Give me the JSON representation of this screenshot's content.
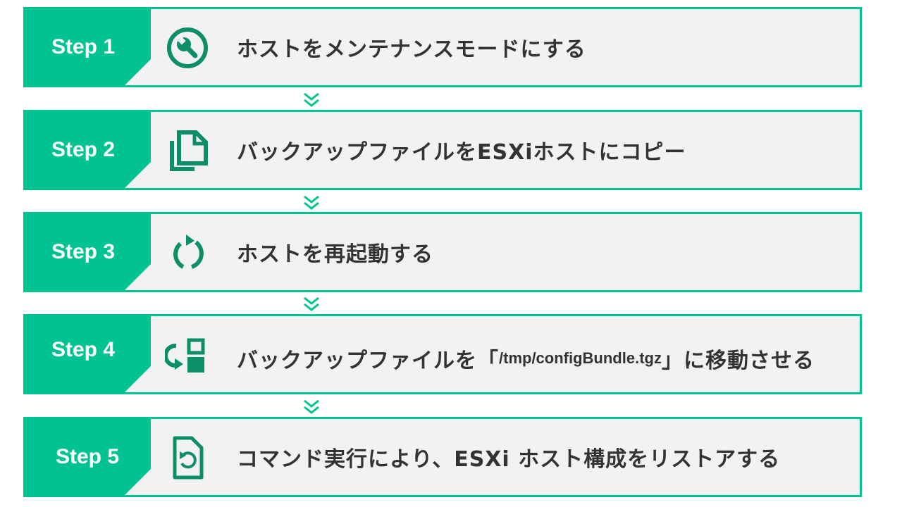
{
  "colors": {
    "accent": "#00c391",
    "icon": "#0c8e69",
    "panel_bg": "#f2f2f2",
    "text": "#333333"
  },
  "steps": [
    {
      "label": "Step 1",
      "icon": "wrench-icon",
      "text": "ホストをメンテナンスモードにする"
    },
    {
      "label": "Step 2",
      "icon": "copy-icon",
      "text": "バックアップファイルをESXiホストにコピー"
    },
    {
      "label": "Step 3",
      "icon": "restart-icon",
      "text": "ホストを再起動する"
    },
    {
      "label": "Step 4",
      "icon": "move-icon",
      "text_before": "バックアップファイルを「",
      "text_path": "/tmp/configBundle.tgz",
      "text_after": "」に移動させる"
    },
    {
      "label": "Step 5",
      "icon": "restore-icon",
      "text": "コマンド実行により、ESXi ホスト構成をリストアする"
    }
  ],
  "connector_icon": "double-chevron-down-icon"
}
